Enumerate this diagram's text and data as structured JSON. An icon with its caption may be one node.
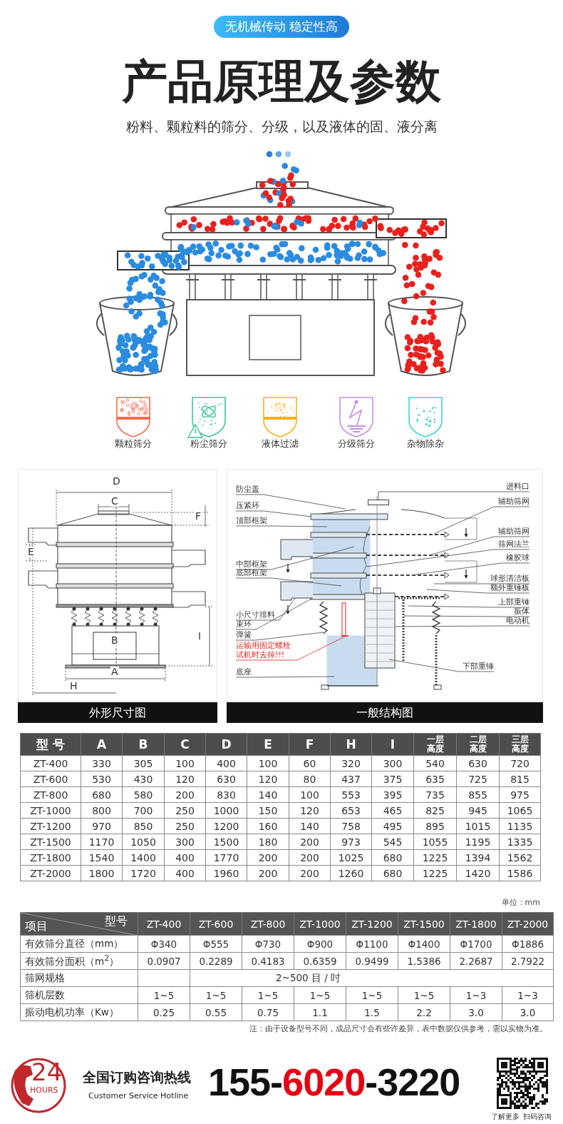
{
  "diagram": {
    "title": "产品原理及参数",
    "nodes": [
      {
        "text": [
          "防尘盖"
        ]
      },
      {
        "text": [
          "压紧环"
        ]
      },
      {
        "text": [
          "顶部框架"
        ]
      },
      {
        "text": [
          "中部框架"
        ]
      },
      {
        "text": [
          "底部框架"
        ]
      },
      {
        "text": [
          "小尺寸排料"
        ]
      },
      {
        "text": [
          "束环"
        ]
      },
      {
        "text": [
          "弹簧"
        ]
      },
      {
        "text": [
          "运输用固定螺栓试机时去掉!!!"
        ]
      },
      {
        "text": [
          "底座"
        ]
      },
      {
        "text": [
          "进料口"
        ]
      },
      {
        "text": [
          "辅助筛网"
        ]
      },
      {
        "text": [
          "辅助筛网"
        ]
      },
      {
        "text": [
          "筛网法兰"
        ]
      },
      {
        "text": [
          "橡胶球"
        ]
      },
      {
        "text": [
          "球形清洁板"
        ]
      },
      {
        "text": [
          "额外重锤板"
        ]
      },
      {
        "text": [
          "上部重锤"
        ]
      },
      {
        "text": [
          "振体"
        ]
      },
      {
        "text": [
          "电动机"
        ]
      },
      {
        "text": [
          "下部重锤"
        ]
      },
      {
        "text": [],
        "shape": "box"
      }
    ],
    "edges": [
      {
        "from": 0,
        "to": null,
        "arrow": "none"
      },
      {
        "from": 1,
        "to": null,
        "arrow": "none"
      },
      {
        "from": 2,
        "to": null,
        "arrow": "none"
      },
      {
        "from": 3,
        "to": null,
        "arrow": "none"
      },
      {
        "from": 4,
        "to": null,
        "arrow": "none"
      },
      {
        "from": 5,
        "to": null,
        "arrow": "none"
      },
      {
        "from": 6,
        "to": null,
        "arrow": "none"
      },
      {
        "from": 7,
        "to": null,
        "arrow": "none"
      },
      {
        "from": 8,
        "to": null,
        "arrow": "none",
        "color": "#e2231a"
      },
      {
        "from": 9,
        "to": null,
        "arrow": "none"
      },
      {
        "from": 10,
        "to": 21,
        "arrow": "none"
      },
      {
        "from": 11,
        "to": null,
        "arrow": "none"
      },
      {
        "from": 12,
        "to": null,
        "arrow": "none"
      },
      {
        "from": 13,
        "to": null,
        "arrow": "none"
      },
      {
        "from": 14,
        "to": null,
        "arrow": "none"
      },
      {
        "from": 15,
        "to": null,
        "arrow": "none"
      },
      {
        "from": 16,
        "to": null,
        "arrow": "none"
      },
      {
        "from": 17,
        "to": null,
        "arrow": "none"
      },
      {
        "from": 18,
        "to": null,
        "arrow": "none"
      },
      {
        "from": 19,
        "to": null,
        "arrow": "none"
      },
      {
        "from": 20,
        "to": null,
        "arrow": "none"
      }
    ],
    "labels": [
      "无机械传动 稳定性高",
      "粉料、颗粒料的筛分、分级，以及液体的固、液分离",
      "颗粒筛分",
      "粉尘筛分",
      "液体过滤",
      "分级筛分",
      "杂物除杂",
      "D",
      "C",
      "F",
      "E",
      "I",
      "B",
      "A",
      "H",
      "外形尺寸图",
      "一般结构图",
      "型 号",
      "A",
      "B",
      "C",
      "D",
      "E",
      "F",
      "H",
      "I",
      "一层高度",
      "二层高度",
      "三层高度",
      "ZT-400",
      "330",
      "305",
      "100",
      "400",
      "100",
      "60",
      "320",
      "300",
      "540",
      "630",
      "720",
      "ZT-600",
      "530",
      "430",
      "120",
      "630",
      "120",
      "80",
      "437",
      "375",
      "635",
      "725",
      "815",
      "ZT-800",
      "680",
      "580",
      "200",
      "830",
      "140",
      "100",
      "553",
      "395",
      "735",
      "855",
      "975",
      "ZT-1000",
      "800",
      "700",
      "250",
      "1000",
      "150",
      "120",
      "653",
      "465",
      "825",
      "945",
      "1065",
      "ZT-1200",
      "970",
      "850",
      "250",
      "1200",
      "160",
      "140",
      "758",
      "495",
      "895",
      "1015",
      "1135",
      "ZT-1500",
      "1170",
      "1050",
      "300",
      "1500",
      "180",
      "200",
      "973",
      "545",
      "1055",
      "1195",
      "1335",
      "ZT-1800",
      "1540",
      "1400",
      "400",
      "1770",
      "200",
      "200",
      "1025",
      "680",
      "1225",
      "1394",
      "1562",
      "ZT-2000",
      "1800",
      "1720",
      "400",
      "1960",
      "200",
      "200",
      "1260",
      "680",
      "1225",
      "1420",
      "1586",
      "单位：mm",
      "型号",
      "项目",
      "ZT-400",
      "ZT-600",
      "ZT-800",
      "ZT-1000",
      "ZT-1200",
      "ZT-1500",
      "ZT-1800",
      "ZT-2000",
      "有效筛分直径（mm）",
      "Φ340",
      "Φ555",
      "Φ730",
      "Φ900",
      "Φ1100",
      "Φ1400",
      "Φ1700",
      "Φ1886",
      "有效筛分面积（m$^{2}$）",
      "0.0907",
      "0.2289",
      "0.4183",
      "0.6359",
      "0.9499",
      "1.5386",
      "2.2687",
      "2.7922",
      "筛网规格",
      "2~500 目 / 吋",
      "筛机层数",
      "1~5",
      "1~5",
      "1~5",
      "1~5",
      "1~5",
      "1~5",
      "1~3",
      "1~3",
      "振动电机功率（Kw）",
      "0.25",
      "0.55",
      "0.75",
      "1.1",
      "1.5",
      "2.2",
      "3.0",
      "3.0",
      "注：由于设备型号不同，成品尺寸会有些许差异，表中数据仅供参考，需以实物为准。",
      "24",
      "HOURS",
      "全国订购咨询热线",
      "Customer Service Hotline",
      "155-6020-3220",
      "了解更多",
      "扫码咨询"
    ]
  }
}
